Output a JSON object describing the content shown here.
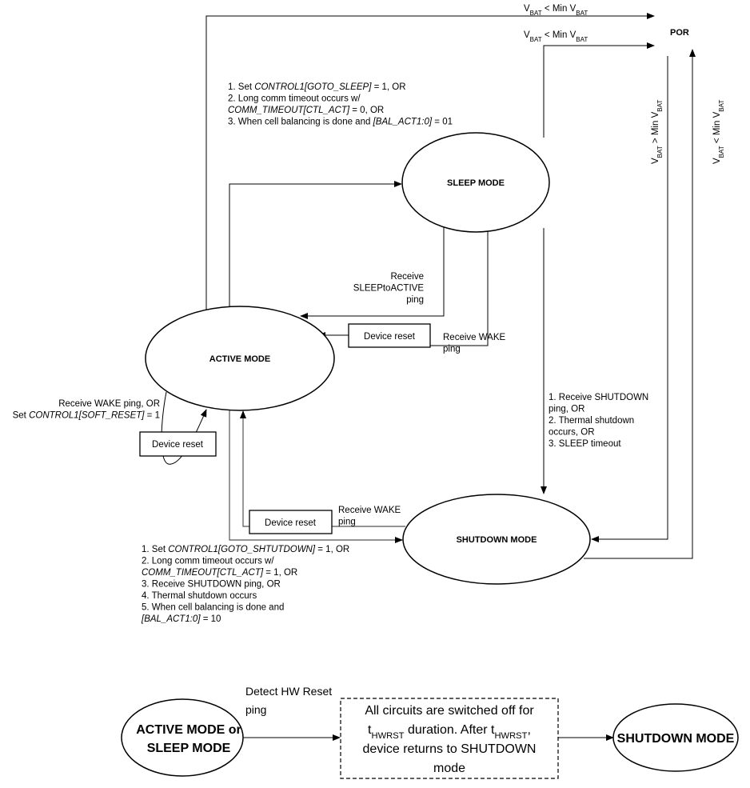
{
  "states": {
    "por": "POR",
    "sleep": "SLEEP MODE",
    "active": "ACTIVE MODE",
    "shutdown": "SHUTDOWN MODE"
  },
  "vbat_labels": {
    "active_to_por": [
      [
        {
          "t": "V"
        },
        {
          "t": "BAT",
          "sub": true
        },
        {
          "t": " < Min V"
        },
        {
          "t": "BAT",
          "sub": true
        }
      ]
    ],
    "sleep_to_por": [
      [
        {
          "t": "V"
        },
        {
          "t": "BAT",
          "sub": true
        },
        {
          "t": " < Min V"
        },
        {
          "t": "BAT",
          "sub": true
        }
      ]
    ],
    "por_to_shutdown": [
      [
        {
          "t": "V"
        },
        {
          "t": "BAT",
          "sub": true
        },
        {
          "t": " > Min V"
        },
        {
          "t": "BAT",
          "sub": true
        }
      ]
    ],
    "shutdown_to_por": [
      [
        {
          "t": "V"
        },
        {
          "t": "BAT",
          "sub": true
        },
        {
          "t": " < Min V"
        },
        {
          "t": "BAT",
          "sub": true
        }
      ]
    ]
  },
  "transitions": {
    "active_to_sleep": [
      [
        {
          "t": "1. Set "
        },
        {
          "t": "CONTROL1[GOTO_SLEEP]",
          "i": true
        },
        {
          "t": " = 1, OR"
        }
      ],
      [
        {
          "t": "2. Long comm timeout occurs w/"
        }
      ],
      [
        {
          "t": "COMM_TIMEOUT[CTL_ACT]",
          "i": true
        },
        {
          "t": " = 0, OR"
        }
      ],
      [
        {
          "t": "3. When cell balancing is done and "
        },
        {
          "t": "[BAL_ACT1:0]",
          "i": true
        },
        {
          "t": " = 01"
        }
      ]
    ],
    "sleep_to_active_ping": [
      [
        {
          "t": "Receive"
        }
      ],
      [
        {
          "t": "SLEEPtoACTIVE"
        }
      ],
      [
        {
          "t": "ping"
        }
      ]
    ],
    "sleep_wake": [
      [
        {
          "t": "Receive WAKE"
        }
      ],
      [
        {
          "t": "ping"
        }
      ]
    ],
    "sleep_to_shutdown": [
      [
        {
          "t": "1. Receive  SHUTDOWN"
        }
      ],
      [
        {
          "t": "ping, OR"
        }
      ],
      [
        {
          "t": "2. Thermal shutdown"
        }
      ],
      [
        {
          "t": "occurs, OR"
        }
      ],
      [
        {
          "t": "3. SLEEP timeout"
        }
      ]
    ],
    "active_self": [
      [
        {
          "t": "Receive WAKE ping, OR"
        }
      ],
      [
        {
          "t": "Set "
        },
        {
          "t": "CONTROL1[SOFT_RESET]",
          "i": true
        },
        {
          "t": " = 1"
        }
      ]
    ],
    "shutdown_wake": [
      [
        {
          "t": "Receive WAKE"
        }
      ],
      [
        {
          "t": "ping"
        }
      ]
    ],
    "active_to_shutdown": [
      [
        {
          "t": "1. Set "
        },
        {
          "t": "CONTROL1[GOTO_SHTUTDOWN]",
          "i": true
        },
        {
          "t": " = 1, OR"
        }
      ],
      [
        {
          "t": "2. Long comm timeout occurs w/"
        }
      ],
      [
        {
          "t": "COMM_TIMEOUT[CTL_ACT]",
          "i": true
        },
        {
          "t": " = 1, OR"
        }
      ],
      [
        {
          "t": "3. Receive SHUTDOWN ping, OR"
        }
      ],
      [
        {
          "t": "4. Thermal shutdown occurs"
        }
      ],
      [
        {
          "t": "5. When cell balancing is done and"
        }
      ],
      [
        {
          "t": "[BAL_ACT1:0]",
          "i": true
        },
        {
          "t": " = 10"
        }
      ]
    ]
  },
  "device_reset_label": "Device reset",
  "hw_reset": {
    "source_line1": "ACTIVE MODE or",
    "source_line2": "SLEEP MODE",
    "trigger": [
      [
        {
          "t": "Detect HW Reset"
        }
      ],
      [
        {
          "t": "ping"
        }
      ]
    ],
    "process": [
      [
        {
          "t": "All circuits are switched off for"
        }
      ],
      [
        {
          "t": "t"
        },
        {
          "t": "HWRST",
          "sub": true
        },
        {
          "t": " duration. After t"
        },
        {
          "t": "HWRST",
          "sub": true
        },
        {
          "t": ","
        }
      ],
      [
        {
          "t": "device returns to SHUTDOWN"
        }
      ],
      [
        {
          "t": "mode"
        }
      ]
    ],
    "target": "SHUTDOWN MODE"
  }
}
